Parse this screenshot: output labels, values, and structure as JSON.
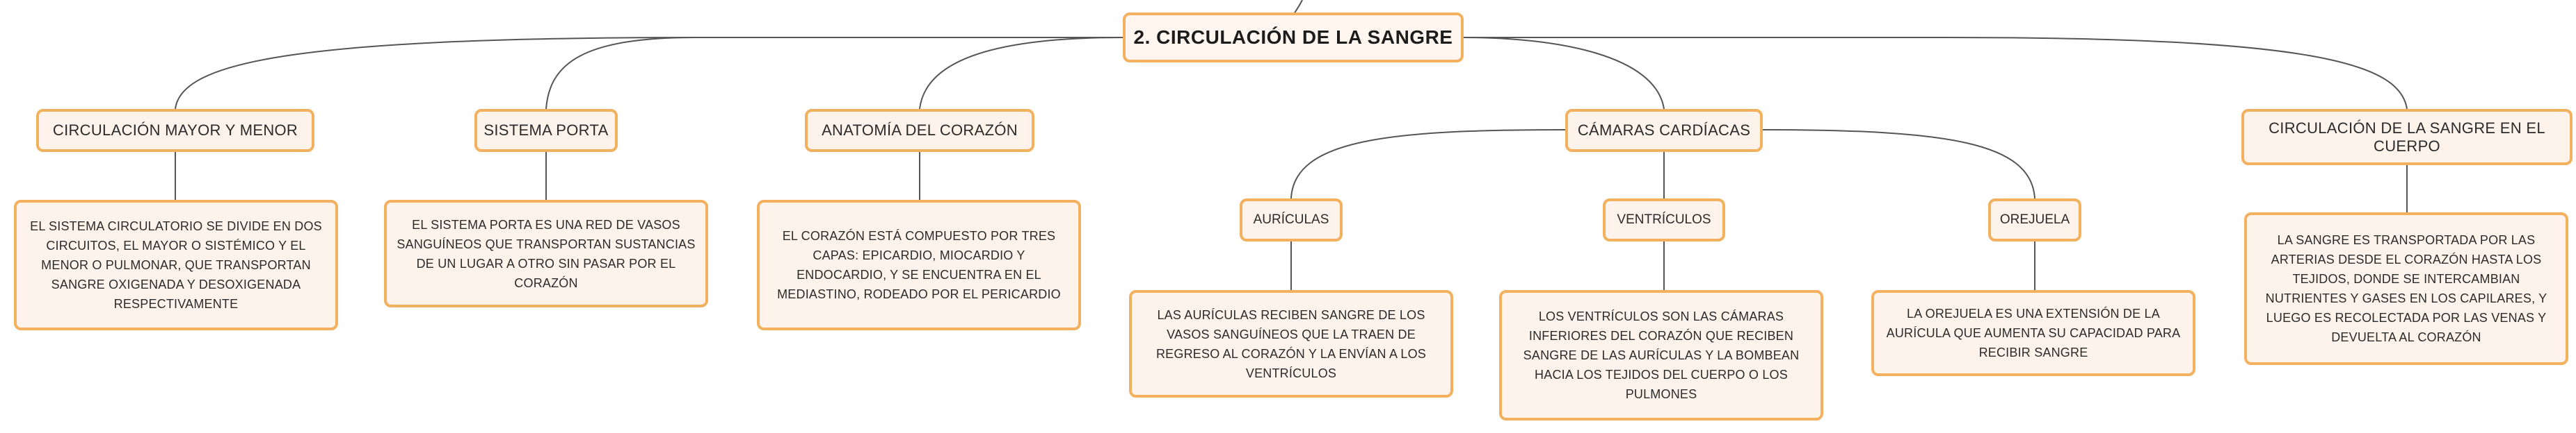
{
  "title": "2. CIRCULACIÓN DE LA SANGRE",
  "topics": {
    "circulacion_mayor_menor": "CIRCULACIÓN MAYOR Y MENOR",
    "sistema_porta": "SISTEMA PORTA",
    "anatomia_corazon": "ANATOMÍA DEL CORAZÓN",
    "camaras_cardiacas": "CÁMARAS CARDÍACAS",
    "circulacion_cuerpo": "CIRCULACIÓN DE LA SANGRE EN EL CUERPO"
  },
  "subtopics": {
    "auriculas": "AURÍCULAS",
    "ventriculos": "VENTRÍCULOS",
    "orejuela": "OREJUELA"
  },
  "descriptions": {
    "circulacion_mayor_menor": "EL SISTEMA CIRCULATORIO SE DIVIDE EN DOS CIRCUITOS, EL MAYOR O SISTÉMICO Y EL MENOR O PULMONAR, QUE TRANSPORTAN SANGRE OXIGENADA Y DESOXIGENADA RESPECTIVAMENTE",
    "sistema_porta": "EL SISTEMA PORTA ES UNA RED DE VASOS SANGUÍNEOS QUE TRANSPORTAN SUSTANCIAS DE UN LUGAR A OTRO SIN PASAR POR EL CORAZÓN",
    "anatomia_corazon": "EL CORAZÓN ESTÁ COMPUESTO POR TRES CAPAS: EPICARDIO, MIOCARDIO Y ENDOCARDIO, Y SE ENCUENTRA EN EL MEDIASTINO, RODEADO POR EL PERICARDIO",
    "auriculas": "LAS AURÍCULAS RECIBEN SANGRE DE LOS VASOS SANGUÍNEOS QUE LA TRAEN DE REGRESO AL CORAZÓN Y LA ENVÍAN A LOS VENTRÍCULOS",
    "ventriculos": "LOS VENTRÍCULOS SON LAS CÁMARAS INFERIORES DEL CORAZÓN QUE RECIBEN SANGRE DE LAS AURÍCULAS Y LA BOMBEAN HACIA LOS TEJIDOS DEL CUERPO O LOS PULMONES",
    "orejuela": "LA OREJUELA ES UNA EXTENSIÓN DE LA AURÍCULA QUE AUMENTA SU CAPACIDAD PARA RECIBIR SANGRE",
    "circulacion_cuerpo": "LA SANGRE ES TRANSPORTADA POR LAS ARTERIAS DESDE EL CORAZÓN HASTA LOS TEJIDOS, DONDE SE INTERCAMBIAN NUTRIENTES Y GASES EN LOS CAPILARES, Y LUEGO ES RECOLECTADA POR LAS VENAS Y DEVUELTA AL CORAZÓN"
  },
  "colors": {
    "node_border": "#f3b05e",
    "node_fill": "#fdf3ea",
    "connector": "#555555"
  }
}
